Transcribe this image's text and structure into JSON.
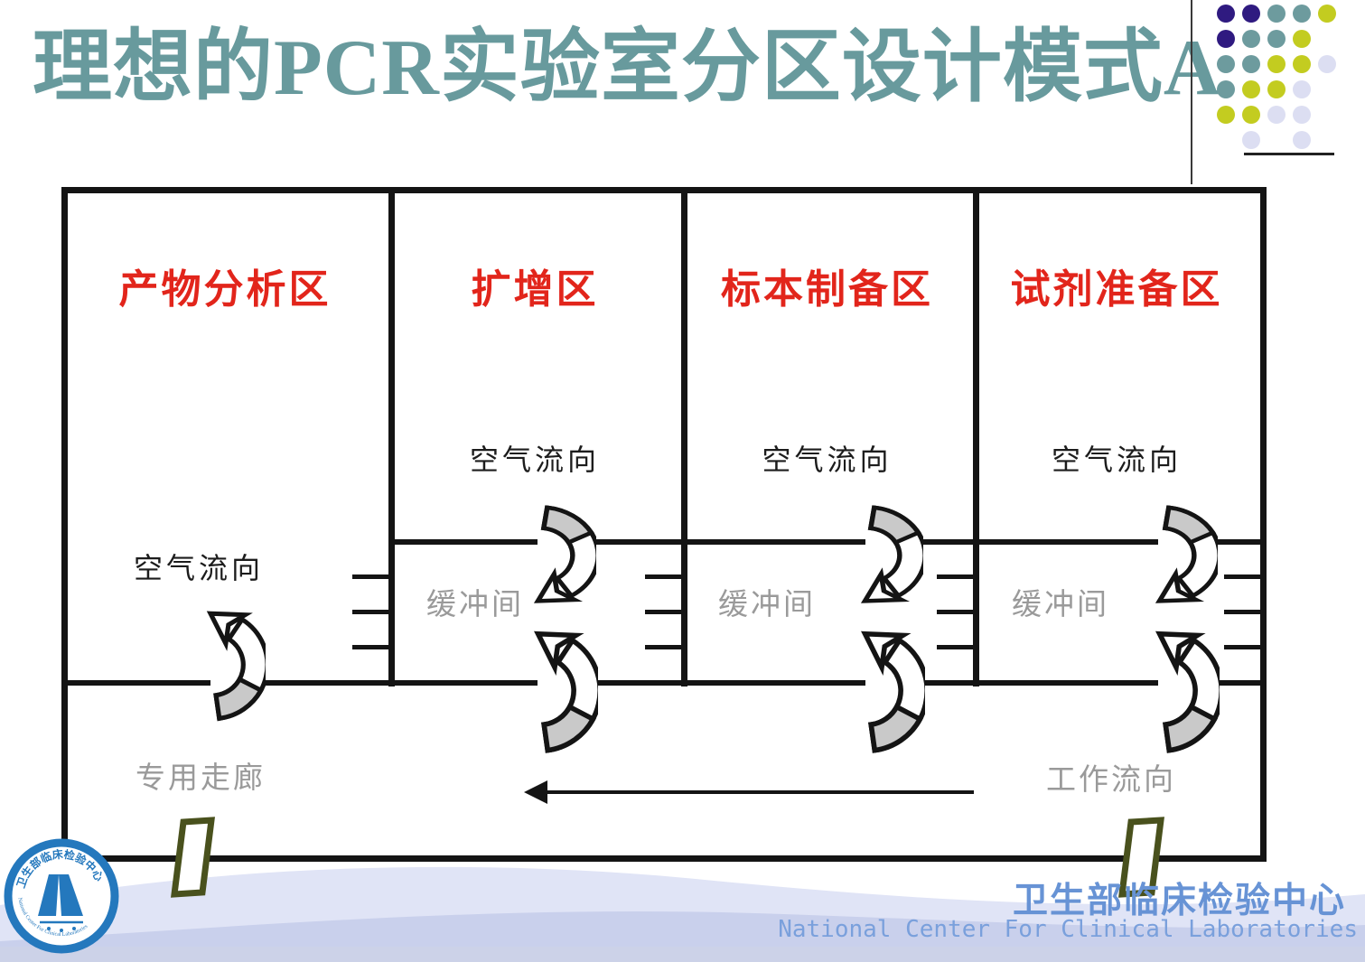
{
  "title": "理想的PCR实验室分区设计模式A",
  "rooms": [
    {
      "label": "产物分析区",
      "air_flow_label": "空气流向"
    },
    {
      "label": "扩增区",
      "air_flow_label": "空气流向",
      "buffer_label": "缓冲间"
    },
    {
      "label": "标本制备区",
      "air_flow_label": "空气流向",
      "buffer_label": "缓冲间"
    },
    {
      "label": "试剂准备区",
      "air_flow_label": "空气流向",
      "buffer_label": "缓冲间"
    }
  ],
  "corridor_label": "专用走廊",
  "workflow_label": "工作流向",
  "footer": {
    "org_cn": "卫生部临床检验中心",
    "org_en": "National Center For Clinical Laboratories"
  },
  "colors": {
    "title-teal": "#689a9d",
    "zone-red": "#e2251b",
    "muted-gray": "#9a9a9a",
    "line": "#141414",
    "arc-gray": "#c9c9c9",
    "door-olive": "#49511d",
    "footer-blue": "#6793d5",
    "footer-blue-light": "#7aa0dc",
    "logo-blue": "#2478bd",
    "wave-light": "#e0e4f6",
    "wave-mid": "#c9d0ec",
    "wave-strip": "#ccd2e8"
  },
  "decoration": {
    "dot_grid": {
      "palette": {
        "purple": "#2f1a80",
        "teal": "#6d9b9e",
        "yellow": "#c3cc20",
        "lavender": "#dcdef2"
      },
      "rows": [
        [
          "purple",
          "purple",
          "teal",
          "teal",
          "yellow"
        ],
        [
          "purple",
          "teal",
          "teal",
          "yellow",
          null
        ],
        [
          "teal",
          "teal",
          "yellow",
          "yellow",
          "lavender"
        ],
        [
          "teal",
          "yellow",
          "yellow",
          "lavender",
          null
        ],
        [
          "yellow",
          "yellow",
          "lavender",
          "lavender",
          null
        ],
        [
          null,
          "lavender",
          null,
          "lavender",
          null
        ]
      ]
    }
  }
}
